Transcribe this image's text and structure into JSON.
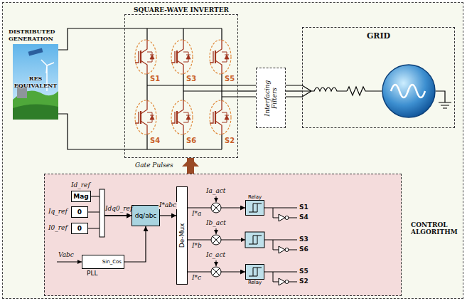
{
  "diagram": {
    "nodes": [
      {
        "text": [
          "DISTRIBUTED GENERATION",
          "RES EQUIVALENT"
        ]
      },
      {
        "text": [
          "SQUARE-WAVE INVERTER"
        ]
      },
      {
        "text": [
          "Interfacing Filters"
        ]
      },
      {
        "text": [
          "GRID"
        ]
      },
      {
        "text": [
          "CONTROL ALGORITHM"
        ]
      },
      {
        "text": [
          "Mag"
        ],
        "in": 4
      },
      {
        "text": [
          "0"
        ],
        "in": 4
      },
      {
        "text": [
          "0"
        ],
        "in": 4
      },
      {
        "text": [
          "Sin_Cos",
          "PLL"
        ],
        "in": 4
      },
      {
        "text": [
          "dq/abc"
        ],
        "in": 4
      },
      {
        "text": [
          "De-Mux"
        ],
        "in": 4
      },
      {
        "text": [
          "Relay"
        ],
        "in": 4
      },
      {
        "text": [
          "Relay"
        ],
        "in": 4
      }
    ],
    "edges": [
      {
        "from": 0,
        "to": 1,
        "arrow": "none"
      },
      {
        "from": 1,
        "to": 2,
        "arrow": "none"
      },
      {
        "from": 2,
        "to": 3,
        "arrow": "none"
      },
      {
        "from": 4,
        "to": 1,
        "arrow": "to"
      },
      {
        "from": 5,
        "to": 9,
        "arrow": "to"
      },
      {
        "from": 6,
        "to": 9,
        "arrow": "to"
      },
      {
        "from": 7,
        "to": 9,
        "arrow": "to"
      },
      {
        "from": 8,
        "to": 9,
        "arrow": "to"
      },
      {
        "from": 9,
        "to": 10,
        "label": "I*abc",
        "arrow": "to"
      },
      {
        "from": 10,
        "to": 11,
        "arrow": "to"
      },
      {
        "from": 10,
        "to": 12,
        "arrow": "to"
      }
    ],
    "labels": [
      "S1",
      "S3",
      "S5",
      "S4",
      "S6",
      "S2",
      "Gate Pulses",
      "Id_ref",
      "Iq_ref",
      "I0_ref",
      "Idq0_ref",
      "Vabc",
      "I*a",
      "I*b",
      "I*c",
      "Ia_act",
      "Ib_act",
      "Ic_act",
      "S1",
      "S4",
      "S3",
      "S6",
      "S5",
      "S2"
    ]
  }
}
